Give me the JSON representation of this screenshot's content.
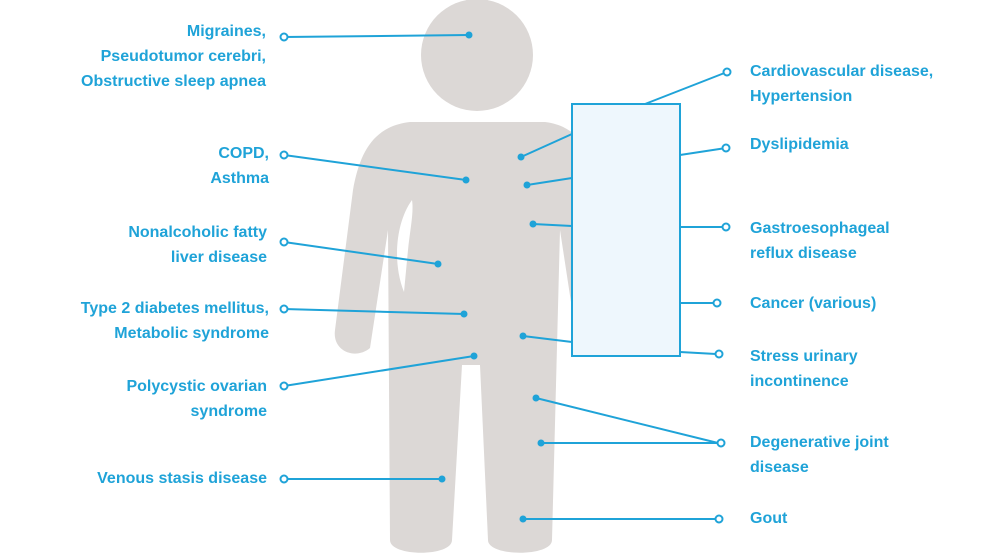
{
  "colors": {
    "accent": "#1fa3d8",
    "silhouette": "#dcd8d6",
    "organ_panel_fill": "#eef7fd",
    "background": "#ffffff"
  },
  "labels": {
    "migraines": [
      "Migraines,",
      "Pseudotumor cerebri,",
      "Obstructive sleep apnea"
    ],
    "copd": [
      "COPD,",
      "Asthma"
    ],
    "nafld": [
      "Nonalcoholic fatty",
      "liver disease"
    ],
    "diabetes": [
      "Type 2 diabetes mellitus,",
      "Metabolic syndrome"
    ],
    "pcos": [
      "Polycystic ovarian",
      "syndrome"
    ],
    "venous": [
      "Venous stasis disease"
    ],
    "cardiovascular": [
      "Cardiovascular disease,",
      "Hypertension"
    ],
    "dyslipidemia": [
      "Dyslipidemia"
    ],
    "gerd": [
      "Gastroesophageal",
      "reflux disease"
    ],
    "cancer": [
      "Cancer (various)"
    ],
    "incontinence": [
      "Stress urinary",
      "incontinence"
    ],
    "joint": [
      "Degenerative joint",
      "disease"
    ],
    "gout": [
      "Gout"
    ]
  }
}
